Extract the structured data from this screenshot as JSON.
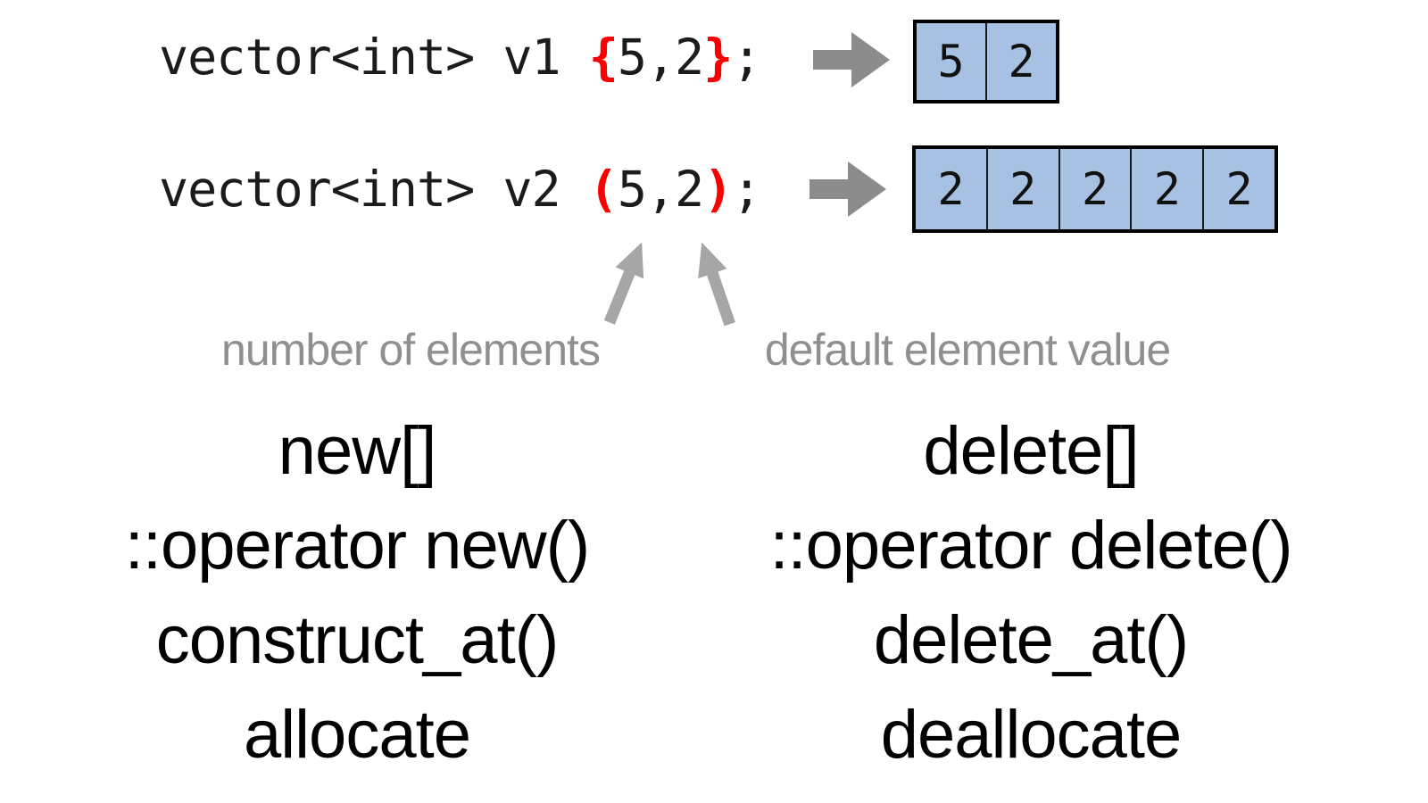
{
  "colors": {
    "code_text": "#1b1b1b",
    "accent_red": "#fb0000",
    "cell_fill": "#a6c1e1",
    "cell_border": "#000000",
    "cell_divider": "#1a1a1a",
    "arrow_gray": "#8c8c8c",
    "up_arrow_gray": "#a6a6a6",
    "label_gray": "#8f8f8f",
    "list_text": "#000000"
  },
  "code_lines": [
    {
      "segments": [
        "vector<int> v1 ",
        "{",
        "5,2",
        "}",
        ";"
      ],
      "cells": [
        "5",
        "2"
      ]
    },
    {
      "segments": [
        "vector<int> v2 ",
        "(",
        "5,2",
        ")",
        ";"
      ],
      "cells": [
        "2",
        "2",
        "2",
        "2",
        "2"
      ]
    }
  ],
  "annotations": {
    "number_of_elements": "number of elements",
    "default_element_value": "default element value"
  },
  "columns": {
    "left": [
      "new[]",
      "::operator new()",
      "construct_at()",
      "allocate"
    ],
    "right": [
      "delete[]",
      "::operator delete()",
      "delete_at()",
      "deallocate"
    ]
  }
}
